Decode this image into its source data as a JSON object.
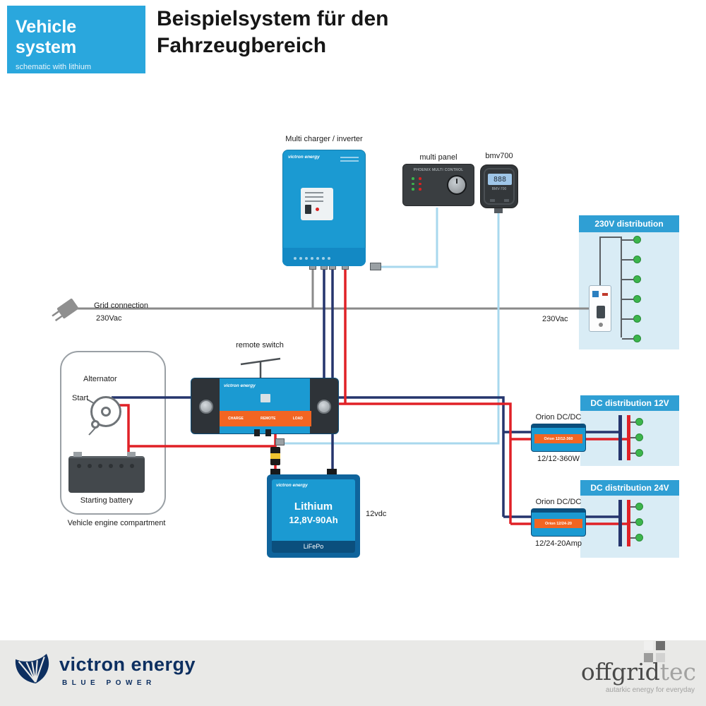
{
  "colors": {
    "badge": "#2aa7dd",
    "vblue": "#1b9ad2",
    "vdark": "#0b4f7d",
    "orange": "#f26522",
    "navy": "#25356d",
    "red": "#e02127",
    "gray": "#8a8a8a",
    "cyan": "#a8d8ee",
    "panelbg": "#d9ecf5",
    "panelhead": "#2f9fd4",
    "green": "#3cb54c",
    "footerbg": "#e9e9e7",
    "navytext": "#0d2f60"
  },
  "header": {
    "badge_title": "Vehicle system",
    "badge_subtitle": "schematic with lithium",
    "title_line1": "Beispielsystem für den",
    "title_line2": "Fahrzeugbereich"
  },
  "diagram": {
    "multi_label": "Multi charger / inverter",
    "multi_brand": "victron energy",
    "panel_label": "multi panel",
    "panel_device": "PHOENIX MULTI CONTROL",
    "bmv_label": "bmv700",
    "bmv_device": "BMV-700",
    "bmv_reading": "888",
    "dist230_title": "230V distribution",
    "dist230_outlets": 6,
    "grid_label": "Grid connection",
    "grid_voltage": "230Vac",
    "ac_voltage_right": "230Vac",
    "remote_label": "remote switch",
    "bms_brand": "victron energy",
    "bms_labels": [
      "CHARGE",
      "REMOTE",
      "LOAD"
    ],
    "alternator_label": "Alternator",
    "start_label": "Start",
    "start_battery_label": "Starting battery",
    "compartment_label": "Vehicle engine compartment",
    "lithium_brand": "victron energy",
    "lithium_line1": "Lithium",
    "lithium_line2": "12,8V-90Ah",
    "lithium_chem": "LiFePo",
    "dc_label": "12vdc",
    "orion12_label": "Orion DC/DC",
    "orion12_device": "Orion 12/12-360",
    "orion12_caption": "12/12-360W",
    "dist12_title": "DC distribution 12V",
    "dist12_outlets": 3,
    "orion24_label": "Orion DC/DC",
    "orion24_device": "Orion 12/24-20",
    "orion24_caption": "12/24-20Amp",
    "dist24_title": "DC distribution 24V",
    "dist24_outlets": 3
  },
  "footer": {
    "victron_name": "victron energy",
    "victron_tagline": "BLUE POWER",
    "offgrid_main": "offgrid",
    "offgrid_sub": "tec",
    "offgrid_tagline": "autarkic energy for everyday"
  }
}
